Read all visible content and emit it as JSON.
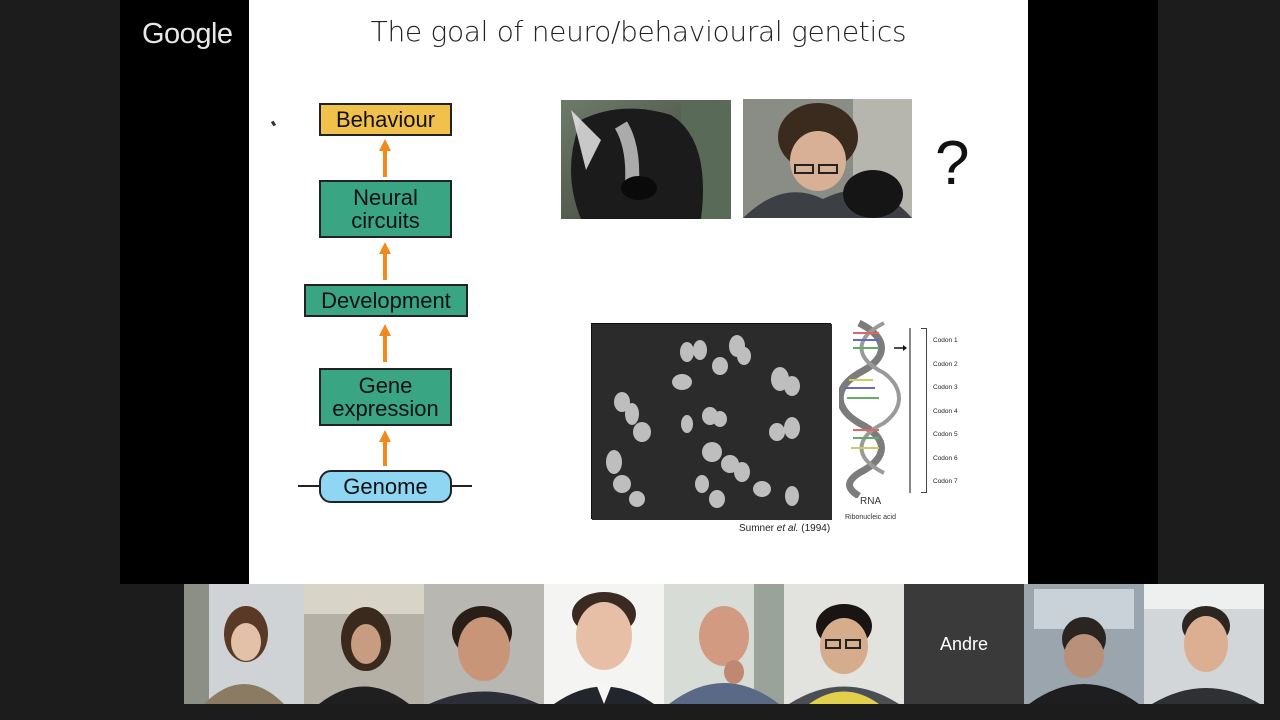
{
  "app": {
    "brand": "Google"
  },
  "slide": {
    "title": "The goal of neuro/behavioural genetics",
    "flow": [
      {
        "id": "behaviour",
        "label": "Behaviour",
        "color": "#f0c14b"
      },
      {
        "id": "neural-circuits",
        "label": "Neural circuits",
        "color": "#3aa582"
      },
      {
        "id": "development",
        "label": "Development",
        "color": "#3aa582"
      },
      {
        "id": "gene-expression",
        "label": "Gene expression",
        "color": "#3aa582"
      },
      {
        "id": "genome",
        "label": "Genome",
        "color": "#8fd6f2"
      }
    ],
    "arrow_color": "#f08a1c",
    "question_mark": "?",
    "micrograph_caption_author": "Sumner",
    "micrograph_caption_etal": "et al.",
    "micrograph_caption_year": "(1994)",
    "rna": {
      "label": "RNA",
      "sublabel": "Ribonucleic acid",
      "codons": [
        "Codon 1",
        "Codon 2",
        "Codon 3",
        "Codon 4",
        "Codon 5",
        "Codon 6",
        "Codon 7"
      ]
    }
  },
  "participants": [
    {
      "id": "p1",
      "kind": "video"
    },
    {
      "id": "p2",
      "kind": "video"
    },
    {
      "id": "p3",
      "kind": "video"
    },
    {
      "id": "p4",
      "kind": "video"
    },
    {
      "id": "p5",
      "kind": "video"
    },
    {
      "id": "p6",
      "kind": "video"
    },
    {
      "id": "p7",
      "kind": "name",
      "name": "Andre"
    },
    {
      "id": "p8",
      "kind": "video"
    },
    {
      "id": "p9",
      "kind": "video"
    }
  ]
}
